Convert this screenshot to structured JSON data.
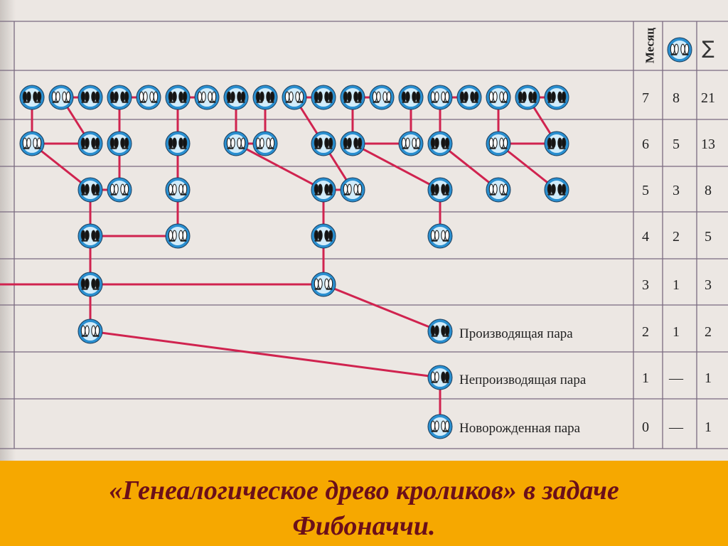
{
  "table": {
    "header_month": "Месяц",
    "header_sum": "∑",
    "header_pair_icon": "rabbit-pair-icon",
    "rows": [
      {
        "month": "7",
        "pairs": "8",
        "sum": "21"
      },
      {
        "month": "6",
        "pairs": "5",
        "sum": "13"
      },
      {
        "month": "5",
        "pairs": "3",
        "sum": "8"
      },
      {
        "month": "4",
        "pairs": "2",
        "sum": "5"
      },
      {
        "month": "3",
        "pairs": "1",
        "sum": "3"
      },
      {
        "month": "2",
        "pairs": "1",
        "sum": "2"
      },
      {
        "month": "1",
        "pairs": "—",
        "sum": "1"
      },
      {
        "month": "0",
        "pairs": "—",
        "sum": "1"
      }
    ]
  },
  "legend": {
    "producing": "Производящая пара",
    "nonproducing": "Непроизводящая пара",
    "newborn": "Новорожденная пара"
  },
  "pair_types": {
    "B": "producing",
    "W": "newborn",
    "M": "nonproducing"
  },
  "tree": {
    "row_pairs": [
      "BWBBWBWBBWBBWBWBWBB",
      "WBBBWWBBWBWB",
      "BWWBWBWB",
      "BWBW",
      "BW",
      "WB",
      "M",
      "W"
    ]
  },
  "colors": {
    "background": "#f6a800",
    "paper": "#ece7e3",
    "grid": "#7a6a80",
    "link": "#d0234f",
    "node_ring": "#2a8fd0",
    "node_fill": "#d2ecfa",
    "caption": "#6b0f1a"
  },
  "caption": {
    "line1": "«Генеалогическое древо кроликов» в задаче",
    "line2": "Фибоначчи."
  }
}
